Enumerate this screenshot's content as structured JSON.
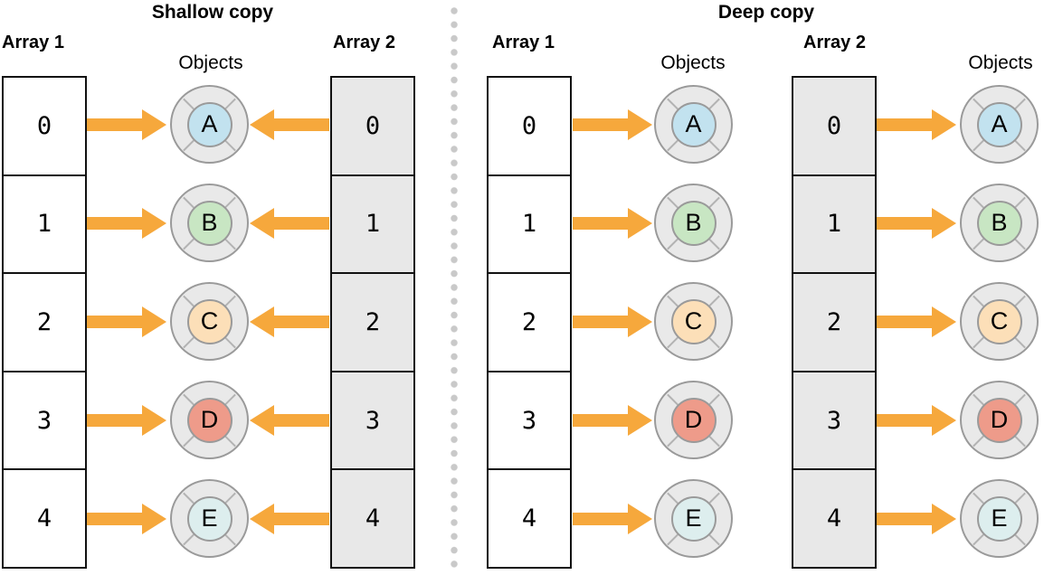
{
  "colors": {
    "arrow": "#f6a83c",
    "cell_gray": "#e8e8e8",
    "ring_fill": "#e9e9e9",
    "ring_border": "#9a9a9a",
    "dot": "#c9c9c9"
  },
  "shallow": {
    "title": "Shallow copy",
    "array1": {
      "label": "Array 1",
      "cells": [
        "0",
        "1",
        "2",
        "3",
        "4"
      ]
    },
    "array2": {
      "label": "Array 2",
      "cells": [
        "0",
        "1",
        "2",
        "3",
        "4"
      ]
    },
    "objects": {
      "label": "Objects",
      "items": [
        {
          "letter": "A",
          "color": "#c2e2ef"
        },
        {
          "letter": "B",
          "color": "#c8e6c3"
        },
        {
          "letter": "C",
          "color": "#fcdfb8"
        },
        {
          "letter": "D",
          "color": "#ee9b8a"
        },
        {
          "letter": "E",
          "color": "#ddeeee"
        }
      ]
    }
  },
  "deep": {
    "title": "Deep copy",
    "array1": {
      "label": "Array 1",
      "cells": [
        "0",
        "1",
        "2",
        "3",
        "4"
      ]
    },
    "array2": {
      "label": "Array 2",
      "cells": [
        "0",
        "1",
        "2",
        "3",
        "4"
      ]
    },
    "objects1": {
      "label": "Objects",
      "items": [
        {
          "letter": "A",
          "color": "#c2e2ef"
        },
        {
          "letter": "B",
          "color": "#c8e6c3"
        },
        {
          "letter": "C",
          "color": "#fcdfb8"
        },
        {
          "letter": "D",
          "color": "#ee9b8a"
        },
        {
          "letter": "E",
          "color": "#ddeeee"
        }
      ]
    },
    "objects2": {
      "label": "Objects",
      "items": [
        {
          "letter": "A",
          "color": "#c2e2ef"
        },
        {
          "letter": "B",
          "color": "#c8e6c3"
        },
        {
          "letter": "C",
          "color": "#fcdfb8"
        },
        {
          "letter": "D",
          "color": "#ee9b8a"
        },
        {
          "letter": "E",
          "color": "#ddeeee"
        }
      ]
    }
  }
}
